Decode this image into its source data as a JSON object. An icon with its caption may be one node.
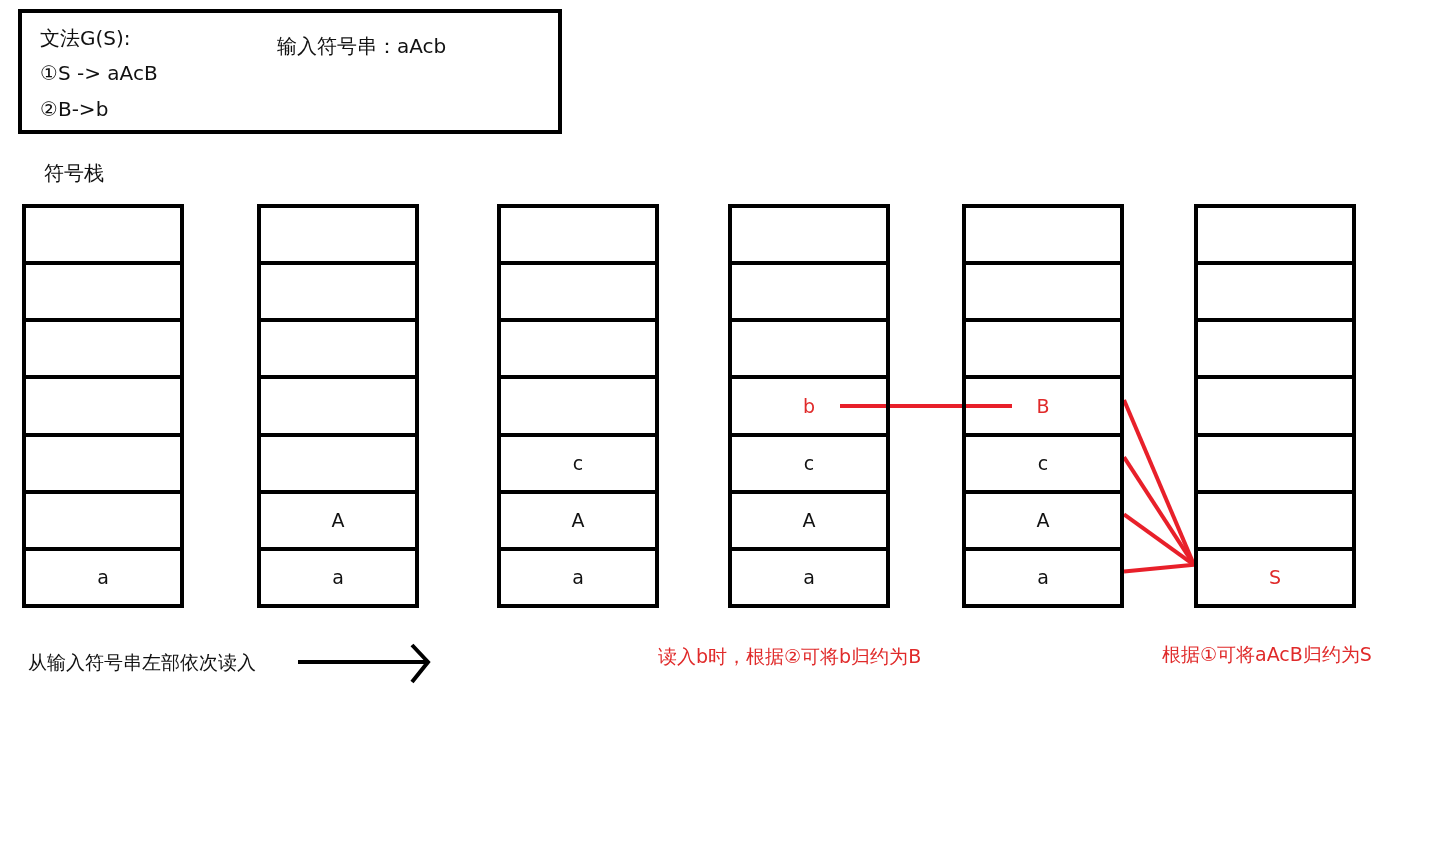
{
  "diagram": {
    "nodes": [
      {
        "text": [
          "文法G(S):",
          "①S -> aAcB",
          "②B->b",
          "输入符号串：aAcb"
        ]
      },
      {
        "text": [],
        "shape": "box"
      },
      {
        "text": [],
        "shape": "box"
      },
      {
        "text": [],
        "shape": "box"
      },
      {
        "text": [],
        "shape": "box"
      },
      {
        "text": [],
        "shape": "box"
      },
      {
        "text": [],
        "shape": "box"
      },
      {
        "text": [
          "a"
        ]
      },
      {
        "text": [],
        "shape": "box"
      },
      {
        "text": [],
        "shape": "box"
      },
      {
        "text": [],
        "shape": "box"
      },
      {
        "text": [],
        "shape": "box"
      },
      {
        "text": [],
        "shape": "box"
      },
      {
        "text": [
          "A"
        ]
      },
      {
        "text": [
          "a"
        ]
      },
      {
        "text": [],
        "shape": "box"
      },
      {
        "text": [],
        "shape": "box"
      },
      {
        "text": [],
        "shape": "box"
      },
      {
        "text": [],
        "shape": "box"
      },
      {
        "text": [
          "c"
        ]
      },
      {
        "text": [
          "A"
        ]
      },
      {
        "text": [
          "a"
        ]
      },
      {
        "text": [],
        "shape": "box"
      },
      {
        "text": [],
        "shape": "box"
      },
      {
        "text": [],
        "shape": "box"
      },
      {
        "text": [
          "b"
        ]
      },
      {
        "text": [
          "c"
        ]
      },
      {
        "text": [
          "A"
        ]
      },
      {
        "text": [
          "a"
        ]
      },
      {
        "text": [],
        "shape": "box"
      },
      {
        "text": [],
        "shape": "box"
      },
      {
        "text": [],
        "shape": "box"
      },
      {
        "text": [
          "B"
        ]
      },
      {
        "text": [
          "c"
        ]
      },
      {
        "text": [
          "A"
        ]
      },
      {
        "text": [
          "a"
        ]
      },
      {
        "text": [],
        "shape": "box"
      },
      {
        "text": [],
        "shape": "box"
      },
      {
        "text": [],
        "shape": "box"
      },
      {
        "text": [],
        "shape": "box"
      },
      {
        "text": [],
        "shape": "box"
      },
      {
        "text": [],
        "shape": "box"
      },
      {
        "text": [
          "S"
        ]
      }
    ],
    "edges": [
      {
        "from": 25,
        "to": 32,
        "arrow": "none",
        "color": "#e8202a"
      },
      {
        "from": 32,
        "to": 42,
        "arrow": "none",
        "color": "#e8202a"
      },
      {
        "from": 33,
        "to": 42,
        "arrow": "none",
        "color": "#e8202a"
      },
      {
        "from": 34,
        "to": 42,
        "arrow": "none",
        "color": "#e8202a"
      },
      {
        "from": 35,
        "to": 42,
        "arrow": "none",
        "color": "#e8202a"
      }
    ],
    "labels": [
      "符号栈",
      "从输入符号串左部依次读入",
      "读入b时，根据②可将b归约为B",
      "根据①可将aAcB归约为S"
    ]
  }
}
